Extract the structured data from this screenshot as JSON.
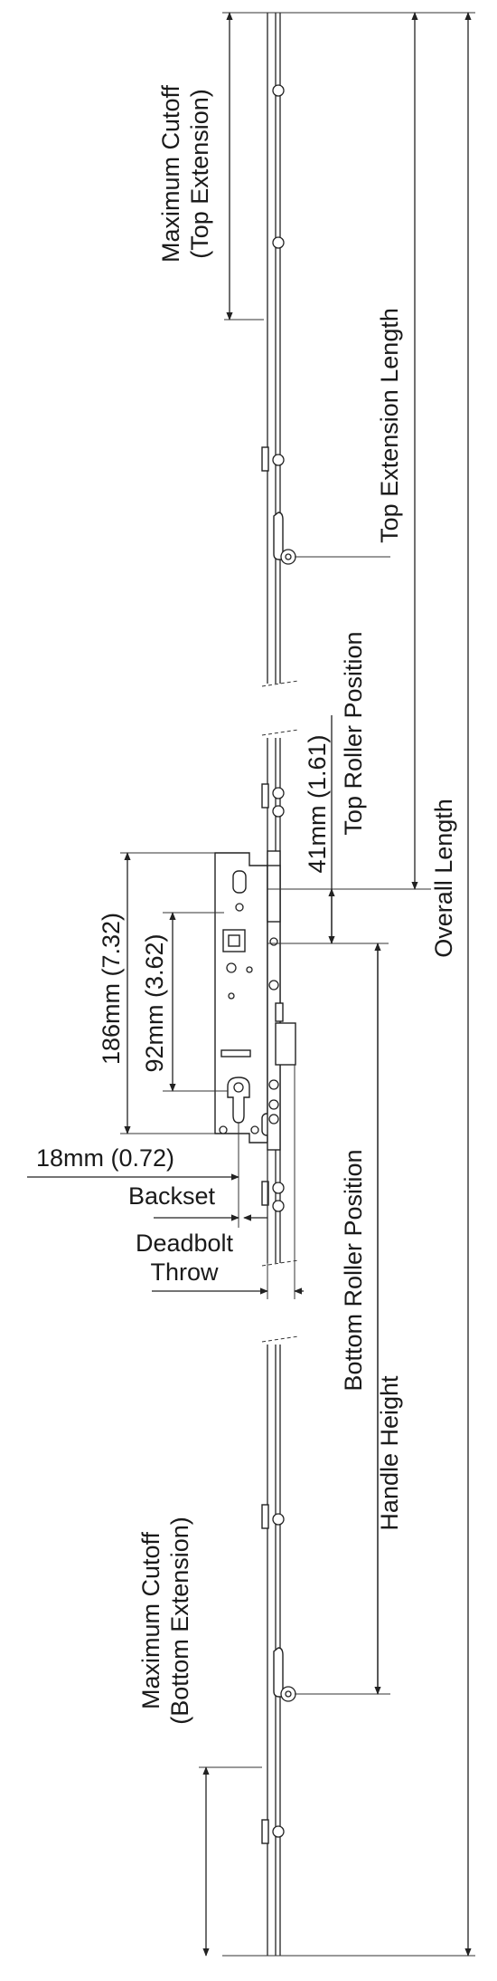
{
  "labels": {
    "max_cutoff_top_line1": "Maximum Cutoff",
    "max_cutoff_top_line2": "(Top Extension)",
    "top_extension_length": "Top Extension Length",
    "top_roller_position": "Top Roller Position",
    "dim_41mm": "41mm (1.61)",
    "overall_length": "Overall Length",
    "dim_186mm": "186mm (7.32)",
    "dim_92mm": "92mm (3.62)",
    "dim_18mm": "18mm (0.72)",
    "backset": "Backset",
    "deadbolt_line1": "Deadbolt",
    "deadbolt_line2": "Throw",
    "bottom_roller_position": "Bottom Roller Position",
    "handle_height": "Handle Height",
    "max_cutoff_bottom_line1": "Maximum Cutoff",
    "max_cutoff_bottom_line2": "(Bottom Extension)"
  }
}
